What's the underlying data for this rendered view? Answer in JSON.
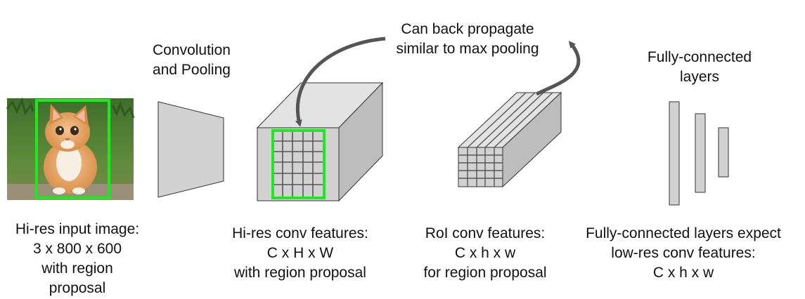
{
  "labels": {
    "conv_pool": [
      "Convolution",
      "and Pooling"
    ],
    "backprop": [
      "Can back propagate",
      "similar to max pooling"
    ],
    "fc_title": [
      "Fully-connected",
      "layers"
    ],
    "input_caption": [
      "Hi-res input image:",
      "3 x 800 x 600",
      "with region",
      "proposal"
    ],
    "conv_caption": [
      "Hi-res conv features:",
      "C x H x W",
      "with region proposal"
    ],
    "roi_caption": [
      "RoI conv features:",
      "C x h x w",
      "for region proposal"
    ],
    "fc_caption": [
      "Fully-connected layers expect",
      "low-res conv features:",
      "C x h x w"
    ]
  },
  "colors": {
    "region_box": "#1ee81e",
    "block_front": "#d2d2d2",
    "block_top": "#e3e3e3",
    "block_side": "#bdbdbd",
    "arrow": "#555555",
    "text": "#111111"
  },
  "icons": {
    "input_image": "kitten-photo-icon"
  }
}
